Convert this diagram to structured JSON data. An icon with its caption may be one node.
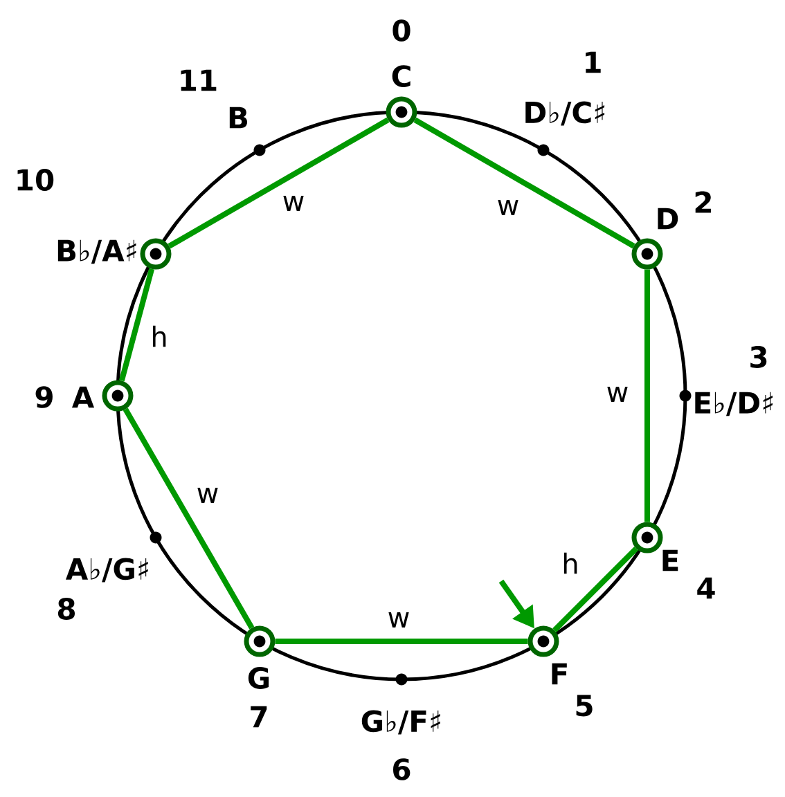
{
  "diagram": {
    "nodes": [
      {
        "text": [
          "0",
          "C"
        ]
      },
      {
        "text": [
          "1",
          "D♭/C♯"
        ]
      },
      {
        "text": [
          "D",
          "2"
        ]
      },
      {
        "text": [
          "3",
          "E♭/D♯"
        ]
      },
      {
        "text": [
          "E",
          "4"
        ]
      },
      {
        "text": [
          "F",
          "5"
        ]
      },
      {
        "text": [
          "G♭/F♯",
          "6"
        ]
      },
      {
        "text": [
          "G",
          "7"
        ]
      },
      {
        "text": [
          "A♭/G♯",
          "8"
        ]
      },
      {
        "text": [
          "9",
          "A"
        ]
      },
      {
        "text": [
          "10",
          "B♭/A♯"
        ]
      },
      {
        "text": [
          "11",
          "B"
        ]
      }
    ],
    "edges": [
      {
        "from": 0,
        "to": 2,
        "arrow": "none",
        "label": "w"
      },
      {
        "from": 2,
        "to": 4,
        "arrow": "none",
        "label": "w"
      },
      {
        "from": 4,
        "to": 5,
        "arrow": "none",
        "label": "h"
      },
      {
        "from": 5,
        "to": 7,
        "arrow": "none",
        "label": "w"
      },
      {
        "from": 7,
        "to": 9,
        "arrow": "none",
        "label": "w"
      },
      {
        "from": 9,
        "to": 10,
        "arrow": "none",
        "label": "h"
      },
      {
        "from": 10,
        "to": 0,
        "arrow": "none",
        "label": "w"
      },
      {
        "from": null,
        "to": 5,
        "arrow": "to"
      }
    ]
  }
}
